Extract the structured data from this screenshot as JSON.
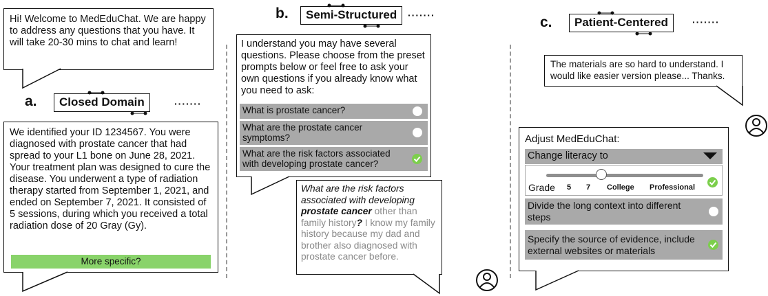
{
  "panel_a": {
    "letter": "a.",
    "title": "Closed Domain",
    "dots": "·······",
    "welcome": "Hi! Welcome to MedEduChat. We are happy to address any questions that you have. It will take 20-30 mins to chat and learn!",
    "patient_info": "We identified your ID 1234567. You were diagnosed with prostate cancer that had spread to your L1 bone on June 28, 2021. Your treatment plan was designed to cure the disease. You underwent a type of radiation therapy started from September 1, 2021, and ended on September 7, 2021. It consisted of 5 sessions, during which you received a total radiation dose of 20 Gray (Gy).",
    "more_specific": "More specific?"
  },
  "panel_b": {
    "letter": "b.",
    "title": "Semi-Structured",
    "dots": "·······",
    "intro": "I understand you may have several questions. Please choose from the preset prompts below or feel free to ask your own questions if you already know what you need to ask:",
    "options": [
      {
        "label": "What is prostate cancer?",
        "checked": false
      },
      {
        "label": "What are the prostate cancer symptoms?",
        "checked": false
      },
      {
        "label": "What are the risk factors associated with developing prostate cancer?",
        "checked": true
      }
    ],
    "user_question_italic": "What are the risk factors associated with developing",
    "user_question_bold_italic": "prostate cancer",
    "user_question_gray1": " other than family history",
    "user_question_qmark": "?",
    "user_question_gray2": " I know my family history because my dad and brother also diagnosed with prostate cancer before."
  },
  "panel_c": {
    "letter": "c.",
    "title": "Patient-Centered",
    "dots": "·······",
    "user_request": "The materials are so hard to understand. I would like easier version please... Thanks.",
    "adjust_title": "Adjust MedEduChat:",
    "literacy_label": "Change literacy to",
    "grade_label": "Grade",
    "grade_ticks": [
      "5",
      "7",
      "College",
      "Professional"
    ],
    "slider_level": 0.35,
    "options": [
      {
        "label": "Divide the long context into different steps",
        "checked": false
      },
      {
        "label": "Specify the source of evidence, include external websites or materials",
        "checked": true
      }
    ]
  },
  "colors": {
    "option_bg": "#a9a9a9",
    "check_green": "#7ccf4c",
    "more_specific_green": "#89d36a",
    "divider": "#999999"
  }
}
